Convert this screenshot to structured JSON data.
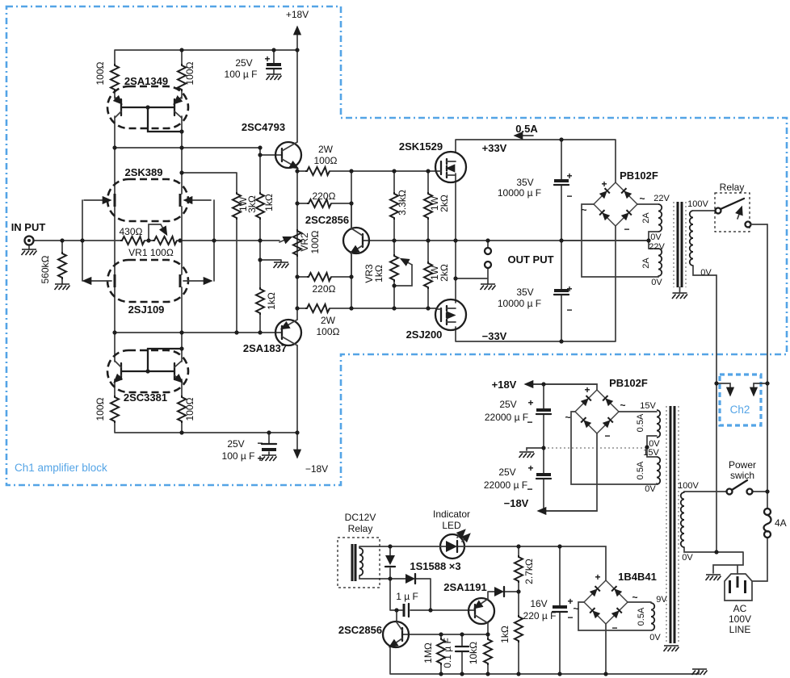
{
  "colors": {
    "outline_blue": "#54a4e6",
    "wire": "#3c3c3c",
    "component": "#1d1d1d",
    "background": "#ffffff",
    "text": "#111111"
  },
  "labels": {
    "plus": "+",
    "minus": "−",
    "tilde": "~",
    "v0": "0V",
    "v9": "9V",
    "v15": "15V",
    "v16": "16V",
    "v22": "22V",
    "v25": "25V",
    "v35": "35V",
    "v100": "100V",
    "a05": "0.5A",
    "a2": "2A",
    "a4": "4A",
    "p18": "+18V",
    "m18": "−18V",
    "p33": "+33V",
    "m33": "−33V",
    "uf1": "1 µ F",
    "uf01": "0.1 µ F",
    "uf100": "100 µ F",
    "uf220": "220 µ F",
    "uf10000": "10000 µ F",
    "uf22000": "22000 µ F",
    "r100": "100Ω",
    "r220": "220Ω",
    "r430": "430Ω",
    "r560k": "560kΩ",
    "r1k": "1kΩ",
    "r10k": "10kΩ",
    "r1m": "1MΩ",
    "r27k": "2.7kΩ",
    "r33k": "3.3kΩ",
    "w1": "1W",
    "w2": "2W",
    "k2": "2kΩ",
    "k3": "3kΩ",
    "vr1": "VR1 100Ω",
    "vr2": "VR2",
    "vr3": "VR3",
    "q1349": "2SA1349",
    "q389": "2SK389",
    "q109": "2SJ109",
    "q3381": "2SC3381",
    "q4793": "2SC4793",
    "q1837": "2SA1837",
    "q2856": "2SC2856",
    "q1529": "2SK1529",
    "q200": "2SJ200",
    "q1191": "2SA1191",
    "d1588": "1S1588 ×3",
    "pb102f": "PB102F",
    "b4b41": "1B4B41",
    "input": "IN PUT",
    "output": "OUT PUT",
    "ch1": "Ch1 amplifier block",
    "ch2": "Ch2",
    "relay": "Relay",
    "dc12v": "DC12V",
    "indicator": "Indicator",
    "led": "LED",
    "power": "Power",
    "swich": "swich",
    "ac": "AC",
    "linel": "LINE"
  }
}
